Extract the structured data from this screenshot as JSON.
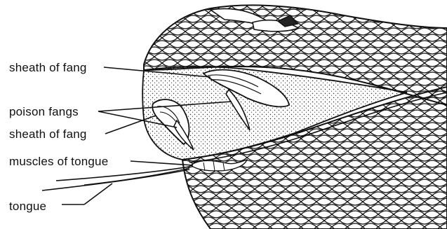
{
  "diagram": {
    "labels": {
      "sheath_of_fang_upper": "sheath of fang",
      "poison_fangs": "poison fangs",
      "sheath_of_fang_lower": "sheath of fang",
      "muscles_of_tongue": "muscles of tongue",
      "tongue": "tongue"
    },
    "colors": {
      "ink": "#111111",
      "background": "#ffffff",
      "eye": "#222222"
    }
  }
}
